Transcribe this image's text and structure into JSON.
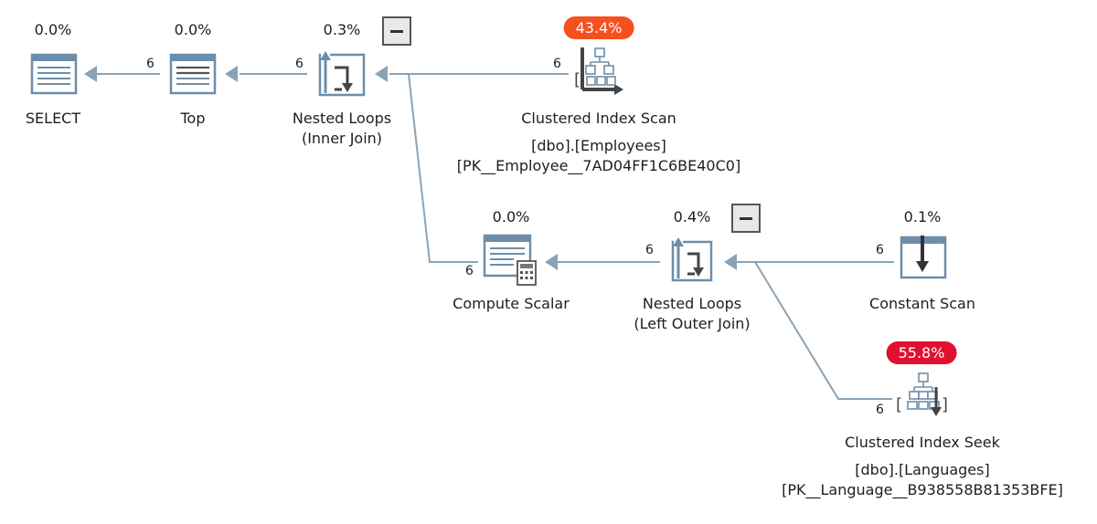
{
  "colors": {
    "arrow": "#8aa3b4",
    "icon": "#6c8eaa",
    "badge_orange": "#f5501e",
    "badge_red": "#e0102f"
  },
  "operators": {
    "select": {
      "label": "SELECT",
      "cost": "0.0%",
      "icon": "select-icon"
    },
    "top": {
      "label": "Top",
      "cost": "0.0%",
      "icon": "top-icon"
    },
    "nl_inner": {
      "label": "Nested Loops",
      "sublabel": "(Inner Join)",
      "cost": "0.3%",
      "icon": "nested-loops-icon"
    },
    "ci_scan": {
      "label": "Clustered Index Scan",
      "object": "[dbo].[Employees]",
      "index": "[PK__Employee__7AD04FF1C6BE40C0]",
      "cost": "43.4%",
      "icon": "clustered-index-scan-icon"
    },
    "compute": {
      "label": "Compute Scalar",
      "cost": "0.0%",
      "icon": "compute-scalar-icon"
    },
    "nl_outer": {
      "label": "Nested Loops",
      "sublabel": "(Left Outer Join)",
      "cost": "0.4%",
      "icon": "nested-loops-icon"
    },
    "const_scan": {
      "label": "Constant Scan",
      "cost": "0.1%",
      "icon": "constant-scan-icon"
    },
    "ci_seek": {
      "label": "Clustered Index Seek",
      "object": "[dbo].[Languages]",
      "index": "[PK__Language__B938558B81353BFE]",
      "cost": "55.8%",
      "icon": "clustered-index-seek-icon"
    }
  },
  "edges": {
    "top_to_select": "6",
    "nl_to_top": "6",
    "scan_to_nl": "6",
    "compute_to_nl": "6",
    "nl2_to_compute": "6",
    "const_to_nl2": "6",
    "seek_to_nl2": "6"
  }
}
